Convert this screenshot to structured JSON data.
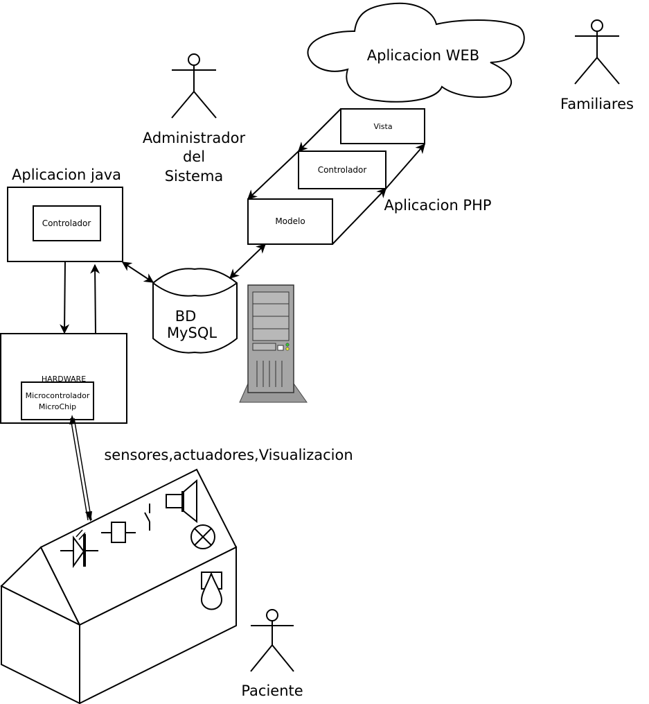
{
  "cloud": {
    "label": "Aplicacion WEB"
  },
  "actors": {
    "admin": [
      "Administrador",
      "del",
      "Sistema"
    ],
    "familiares": "Familiares",
    "paciente": "Paciente"
  },
  "java_app": {
    "title": "Aplicacion java",
    "controller": "Controlador"
  },
  "php_app": {
    "title": "Aplicacion PHP",
    "vista": "Vista",
    "controlador": "Controlador",
    "modelo": "Modelo"
  },
  "database": {
    "line1": "BD",
    "line2": "MySQL"
  },
  "hardware": {
    "title": "HARDWARE",
    "chip_line1": "Microcontrolador",
    "chip_line2": "MicroChip"
  },
  "house": {
    "caption": "sensores,actuadores,Visualizacion"
  }
}
